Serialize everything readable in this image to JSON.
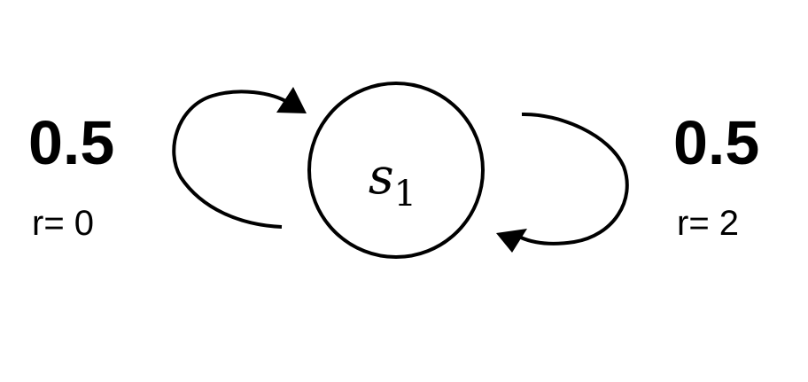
{
  "state": {
    "symbol": "s",
    "subscript": "1"
  },
  "left_transition": {
    "probability": "0.5",
    "reward": "r= 0"
  },
  "right_transition": {
    "probability": "0.5",
    "reward": "r= 2"
  },
  "colors": {
    "stroke": "#000000",
    "background": "#ffffff"
  }
}
